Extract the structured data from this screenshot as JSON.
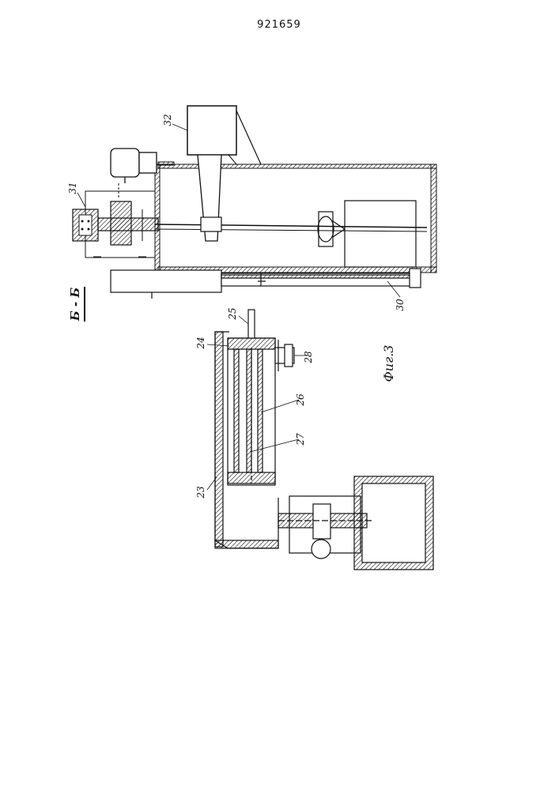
{
  "document": {
    "number": "921659"
  },
  "section": {
    "label": "Б - Б"
  },
  "figure": {
    "caption": "Фиг.3"
  },
  "callouts": {
    "l23": "23",
    "l24": "24",
    "l25": "25",
    "l26": "26",
    "l27": "27",
    "l28": "28",
    "l30": "30",
    "l31": "31",
    "l32": "32"
  }
}
